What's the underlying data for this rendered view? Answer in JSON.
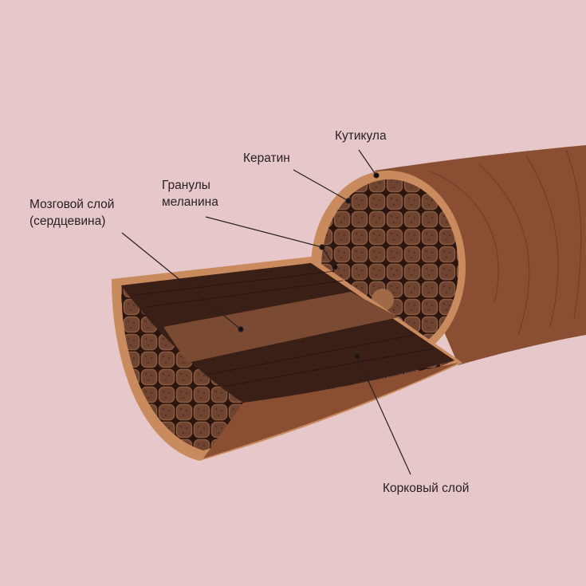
{
  "labels": {
    "cuticle": "Кутикула",
    "keratin": "Кератин",
    "melanin_line1": "Гранулы",
    "melanin_line2": "меланина",
    "medulla_line1": "Мозговой слой",
    "medulla_line2": "(сердцевина)",
    "cortex": "Корковый слой"
  },
  "colors": {
    "background": "#e6c8cb",
    "hair_outer": "#8a4f33",
    "cuticle": "#c98a5e",
    "cortex_dark": "#3a1f17",
    "medulla": "#7a4a32",
    "cells": "#6e4330",
    "melanin_orange": "#e8772a"
  }
}
